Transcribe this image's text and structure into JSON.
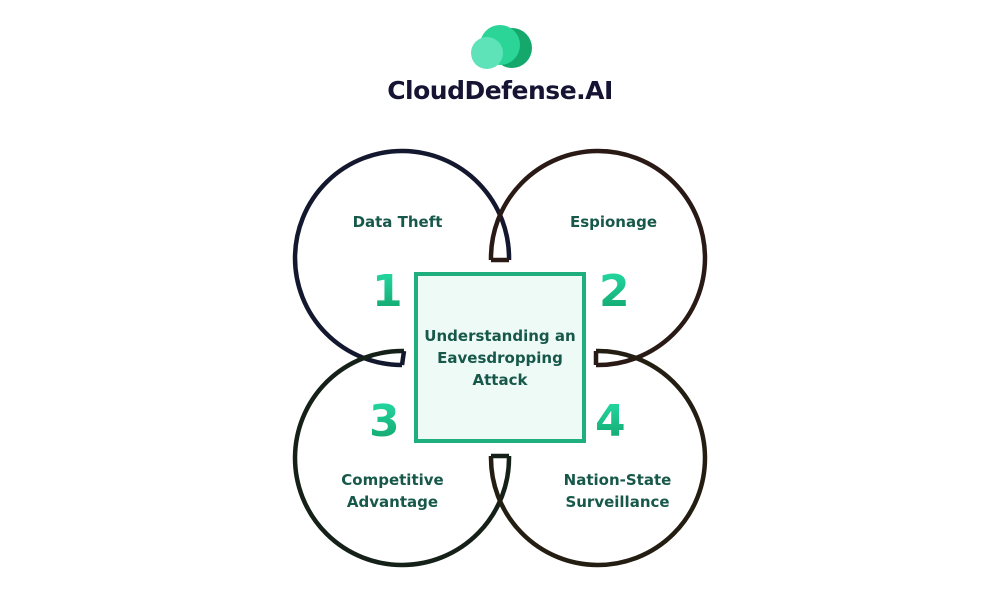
{
  "brand": {
    "name": "CloudDefense.AI",
    "icon": "cloud-logo-icon",
    "colors": {
      "light": "#5ee3b8",
      "mid": "#2bd598",
      "dark": "#14a86c",
      "text": "#151433"
    }
  },
  "diagram": {
    "title": "Understanding an Eavesdropping Attack",
    "title_lines": [
      "Understanding an",
      "Eavesdropping",
      "Attack"
    ],
    "accent_color": "#1fae7e",
    "items": [
      {
        "number": "1",
        "label_lines": [
          "Data Theft"
        ],
        "ring_color": "#14182e"
      },
      {
        "number": "2",
        "label_lines": [
          "Espionage"
        ],
        "ring_color": "#2a1a16"
      },
      {
        "number": "3",
        "label_lines": [
          "Competitive",
          "Advantage"
        ],
        "ring_color": "#142018"
      },
      {
        "number": "4",
        "label_lines": [
          "Nation-State",
          "Surveillance"
        ],
        "ring_color": "#241d12"
      }
    ]
  }
}
